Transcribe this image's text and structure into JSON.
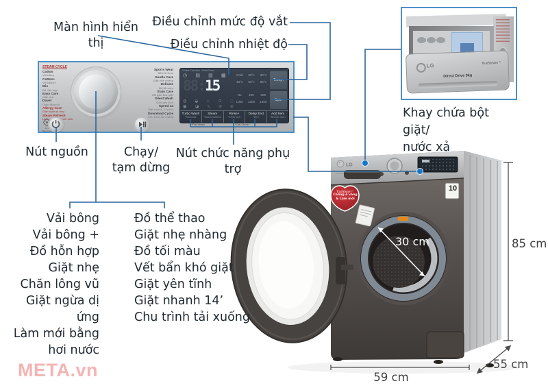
{
  "colors": {
    "callout_line": "#2a659c",
    "callout_dot": "#1878c8",
    "box_border": "#4a90c9",
    "accent_red": "#a83030",
    "watermark_pink": "#f4b4b4"
  },
  "watermark": "META.vn",
  "labels": {
    "display_screen": "Màn hình hiển thị",
    "spin_adjust": "Điều chỉnh mức độ vắt",
    "temp_adjust": "Điều chỉnh nhiệt độ",
    "drawer_line1": "Khay chứa bột giặt/",
    "drawer_line2": "nước xả",
    "power": "Nút nguồn",
    "run_line1": "Chạy/",
    "run_line2": "tạm dừng",
    "aux": "Nút chức năng phụ trợ"
  },
  "program_list_left": [
    "Vải bông",
    "Vải bông +",
    "Đồ hỗn hợp",
    "Giặt nhẹ",
    "Chăn lông vũ",
    "Giặt ngừa dị ứng",
    "Làm mới bằng",
    "hơi nước"
  ],
  "program_list_right": [
    "Đồ thể thao",
    "Giặt nhẹ nhàng",
    "Đồ tối màu",
    "Vết bẩn khó giặt",
    "Giặt yên tĩnh",
    "Giặt nhanh 14’",
    "Chu trình tải xuống"
  ],
  "panel": {
    "steam_cycle_title": "STEAM CYCLE",
    "smart_diagnosis": "Smart Diagnosis™",
    "left_programs": [
      {
        "en": "Cotton",
        "vi": "Vải bông"
      },
      {
        "en": "Cotton+",
        "vi": "Vải bông+"
      },
      {
        "en": "Mix",
        "vi": "Đồ hỗn hợp"
      },
      {
        "en": "Easy Care",
        "vi": "Giặt nhẹ"
      },
      {
        "en": "Duvet",
        "vi": "Chăn lông vũ"
      },
      {
        "en": "Allergy Care",
        "vi": "Giặt ngừa dị ứng"
      },
      {
        "en": "Steam Refresh",
        "vi": "Làm mới bằng hơi nước"
      }
    ],
    "right_programs": [
      {
        "en": "Sports Wear",
        "vi": "Đồ thể thao"
      },
      {
        "en": "Gentle Care",
        "vi": "Giặt nhẹ nhàng"
      },
      {
        "en": "Delicate",
        "vi": "Đồ tối màu"
      },
      {
        "en": "Stain Care",
        "vi": "Vết bẩn khó giặt"
      },
      {
        "en": "Silent Wash",
        "vi": "Giặt yên tĩnh"
      },
      {
        "en": "Speed 14",
        "vi": "Giặt nhanh 14 phút"
      },
      {
        "en": "Download Cycle",
        "vi": "Chu trình tải xuống"
      }
    ],
    "display": {
      "note": "*Extra Function : Hold 3 sec",
      "icons": "◷ ▤ ▥ ▩",
      "time_ghost": "88:",
      "time_bright": "15",
      "temp_row1": [
        "Cold",
        "20°c",
        "30°c"
      ],
      "temp_row2": [
        "40°c",
        "60°c",
        "95°c"
      ],
      "temp_button": "Temp.",
      "spin_row1": [
        "No",
        "400",
        "800"
      ],
      "spin_row2": [
        "1000",
        "1200",
        "1400"
      ],
      "spin_button": "Spin",
      "mini_icons_row1": "◍ ◒ ♨ ⊙ ◌",
      "mini_icons_row2": "▣ ◪ ∿ ≋ ⊘",
      "buttons": [
        {
          "label": "Turbo Wash",
          "sub": "*Intensive"
        },
        {
          "label": "Steam",
          "sub": "*Steam Softener"
        },
        {
          "label": "Rinse+",
          "sub": "*Child Lock"
        },
        {
          "label": "Delay End",
          "sub": "*Wi-Fi"
        },
        {
          "label": "Add Item",
          "sub": "*Remote Start"
        }
      ],
      "pre_wash": "*Pre-Wash",
      "tub_clean": "*Tub Clean"
    }
  },
  "machine": {
    "brand": "LG",
    "badge_ten": "10",
    "red_badge_line1": "TrueSteam™",
    "red_badge_line2": "Chống ố vàng",
    "red_badge_line3": "& Làm mới",
    "drum_diameter": "30 cm"
  },
  "drawer_inset": {
    "brand": "LG",
    "truesteam": "TrueSteam™",
    "strip": "Direct Drive 9kg"
  },
  "dimensions": {
    "height": "85 cm",
    "width": "59 cm",
    "depth": "55 cm"
  }
}
